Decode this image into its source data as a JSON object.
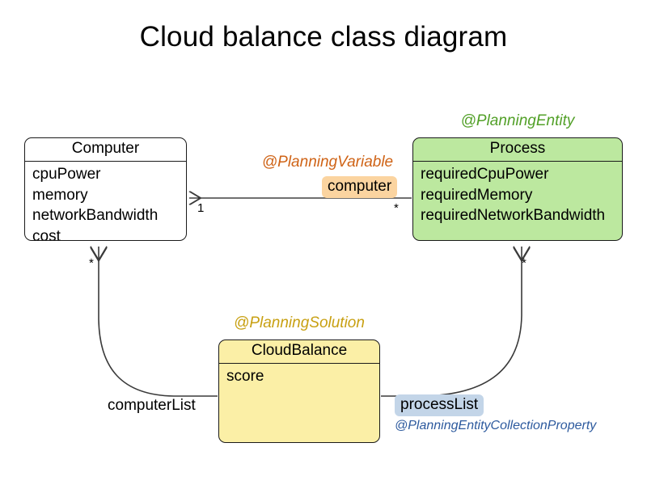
{
  "diagram": {
    "title": "Cloud balance class diagram",
    "type": "uml-class-diagram",
    "background": "#ffffff"
  },
  "colors": {
    "computer_fill": "#ffffff",
    "process_fill": "#bce89f",
    "cloudbalance_fill": "#fbefa6",
    "planning_entity_text": "#52a028",
    "planning_solution_text": "#c8a012",
    "planning_variable_text": "#cf6316",
    "entity_collection_text": "#2d5a9e",
    "computer_chip_fill": "#fbd4a0",
    "processlist_chip_fill": "#c3d5e8",
    "stroke": "#1a1a1a"
  },
  "classes": {
    "computer": {
      "name": "Computer",
      "fields": [
        "cpuPower",
        "memory",
        "networkBandwidth",
        "cost"
      ]
    },
    "process": {
      "name": "Process",
      "annotation": "@PlanningEntity",
      "fields": [
        "requiredCpuPower",
        "requiredMemory",
        "requiredNetworkBandwidth"
      ]
    },
    "cloudbalance": {
      "name": "CloudBalance",
      "annotation": "@PlanningSolution",
      "fields": [
        "score"
      ]
    }
  },
  "relations": {
    "process_to_computer": {
      "role_label": "computer",
      "annotation": "@PlanningVariable",
      "source_multiplicity": "*",
      "target_multiplicity": "1"
    },
    "cloudbalance_to_computer": {
      "role_label": "computerList",
      "target_multiplicity": "*"
    },
    "cloudbalance_to_process": {
      "role_label": "processList",
      "annotation": "@PlanningEntityCollectionProperty",
      "target_multiplicity": "*"
    }
  }
}
